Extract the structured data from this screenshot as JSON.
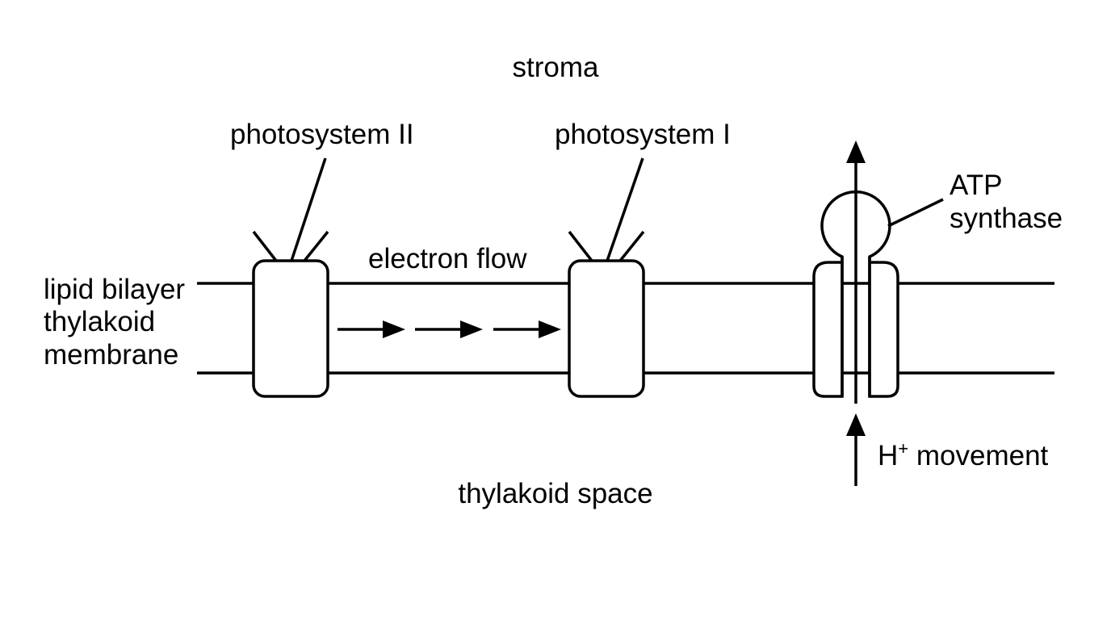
{
  "labels": {
    "stroma": "stroma",
    "photosystem_ii": "photosystem II",
    "photosystem_i": "photosystem I",
    "electron_flow": "electron flow",
    "atp_synthase_line1": "ATP",
    "atp_synthase_line2": "synthase",
    "membrane_line1": "lipid bilayer",
    "membrane_line2": "thylakoid",
    "membrane_line3": "membrane",
    "h_plus_base": "H",
    "h_plus_superscript": "+",
    "h_plus_rest": " movement",
    "thylakoid_space": "thylakoid space"
  },
  "colors": {
    "stroke": "#000000",
    "background": "#ffffff"
  }
}
